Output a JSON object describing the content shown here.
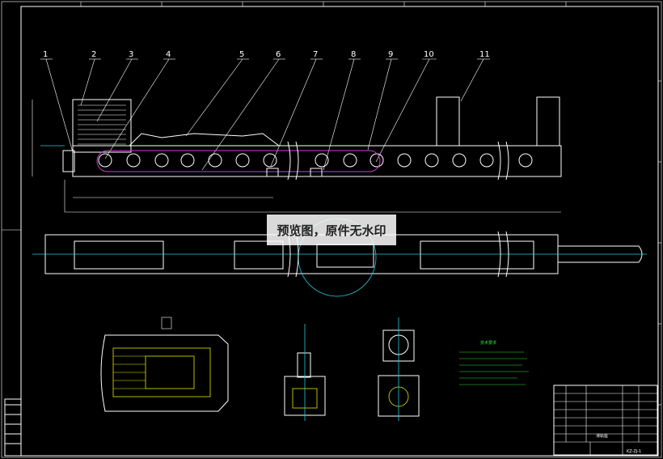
{
  "watermark": "预览图，原件无水印",
  "part_numbers": [
    "1",
    "2",
    "3",
    "4",
    "5",
    "6",
    "7",
    "8",
    "9",
    "10",
    "11"
  ],
  "drawing_number": "KZ-ZJ-1",
  "title_block_name": "滑轨座",
  "tech_requirements_title": "技术要求",
  "colors": {
    "background": "#000000",
    "outline": "#ffffff",
    "centerline": "#29c8d8",
    "chain": "#d03cd0",
    "notes": "#2fe03a",
    "section_hatch": "#e6e600"
  }
}
